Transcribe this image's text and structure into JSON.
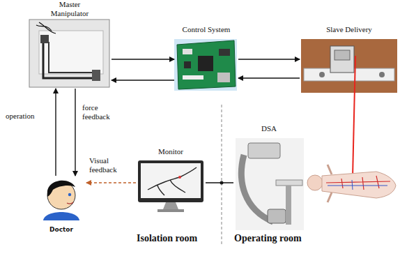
{
  "diagram": {
    "nodes": [
      {
        "text": [
          "Master Manipulator"
        ]
      },
      {
        "text": [
          "Control System"
        ]
      },
      {
        "text": [
          "Slave Delivery"
        ]
      },
      {
        "text": [
          "Doctor"
        ]
      },
      {
        "text": [
          "Monitor"
        ]
      },
      {
        "text": [
          "DSA"
        ]
      }
    ],
    "edges": [
      {
        "from": 0,
        "to": 1,
        "arrow": "to"
      },
      {
        "from": 1,
        "to": 0,
        "arrow": "to"
      },
      {
        "from": 1,
        "to": 2,
        "arrow": "to"
      },
      {
        "from": 2,
        "to": 1,
        "arrow": "to"
      },
      {
        "from": 3,
        "to": 0,
        "label": "operation",
        "arrow": "to"
      },
      {
        "from": 0,
        "to": 3,
        "label": "force feedback",
        "arrow": "to"
      },
      {
        "from": 4,
        "to": 3,
        "label": "Visual feedback",
        "arrow": "to"
      },
      {
        "from": 4,
        "to": 5,
        "arrow": "none"
      }
    ],
    "labels": [
      "Isolation room",
      "Operating room"
    ]
  }
}
